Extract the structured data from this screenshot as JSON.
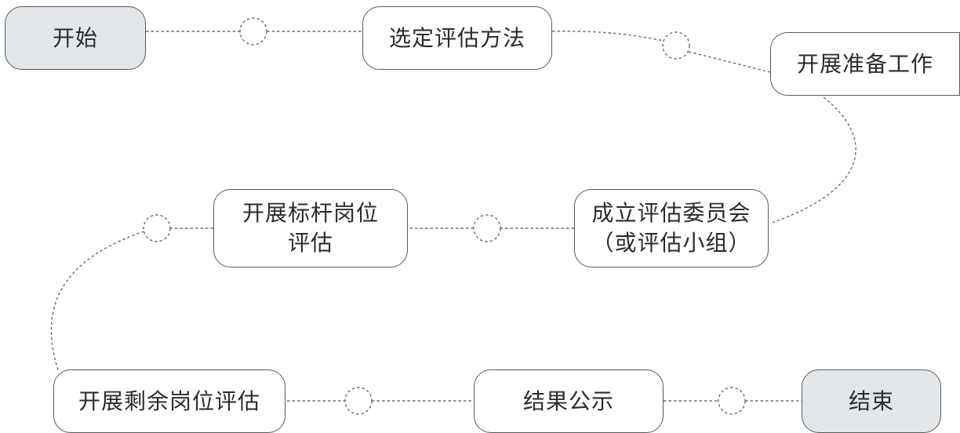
{
  "nodes": {
    "start": {
      "label": "开始",
      "kind": "terminal"
    },
    "select_method": {
      "label": "选定评估方法",
      "kind": "process"
    },
    "prepare": {
      "label": "开展准备工作",
      "kind": "process"
    },
    "committee": {
      "label": "成立评估委员会\n（或评估小组）",
      "kind": "process"
    },
    "benchmark": {
      "label": "开展标杆岗位\n评估",
      "kind": "process"
    },
    "remaining": {
      "label": "开展剩余岗位评估",
      "kind": "process"
    },
    "publicize": {
      "label": "结果公示",
      "kind": "process"
    },
    "end": {
      "label": "结束",
      "kind": "terminal"
    }
  },
  "flow_order": [
    "start",
    "select_method",
    "prepare",
    "committee",
    "benchmark",
    "remaining",
    "publicize",
    "end"
  ],
  "colors": {
    "terminal_fill": "#e4e7ea",
    "node_border": "#5a5a5a",
    "connector": "#6e6e6e",
    "text": "#2b2b2b"
  }
}
